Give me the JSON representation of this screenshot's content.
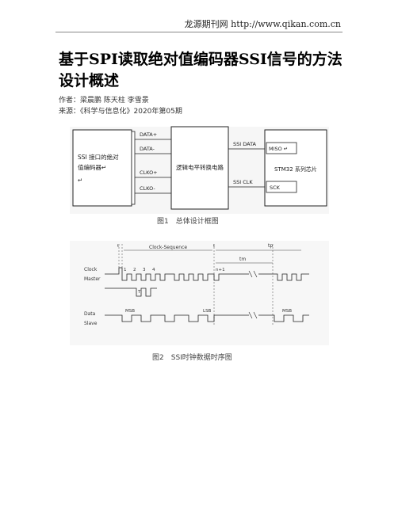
{
  "header": {
    "site": "龙源期刊网 http://www.qikan.com.cn"
  },
  "article": {
    "title_line1": "基于SPI读取绝对值编码器SSI信号的方法",
    "title_line2": "设计概述",
    "authors": "作者：梁晨鹏 陈天柱 李雪景",
    "source": "来源：《科学与信息化》2020年第05期"
  },
  "figure1": {
    "caption": "图1　总体设计框图",
    "left_block": [
      "SSI 接口的绝对",
      "值编码器↵",
      "↵"
    ],
    "signals_left": [
      "DATA+",
      "DATA-",
      "CLKO+",
      "CLKO-"
    ],
    "middle_block": "逻辑电平转换电路",
    "signals_right": [
      "SSI DATA",
      "SSI CLK"
    ],
    "right_block": "STM32 系列芯片",
    "pins": [
      "MISO ↵",
      "SCK"
    ]
  },
  "figure2": {
    "caption": "图2　SSI时钟数据时序图",
    "clock_label_1": "Clock",
    "clock_label_2": "Master",
    "data_label_1": "Data",
    "data_label_2": "Slave",
    "sequence_label": "Clock-Sequence",
    "clock_numbers": [
      "1",
      "2",
      "3",
      "4"
    ],
    "labels": {
      "t1": "t",
      "t2": "t",
      "tp": "tp",
      "tm": "tm",
      "n1": "n+1",
      "tr": "T",
      "msb": "MSB",
      "lsb": "LSB",
      "msb2": "MSB"
    }
  }
}
